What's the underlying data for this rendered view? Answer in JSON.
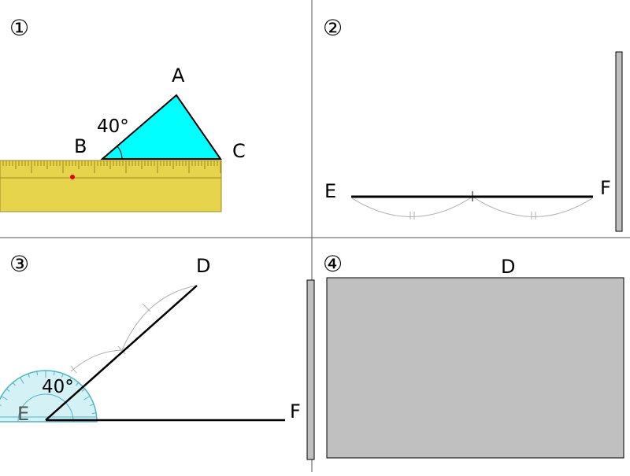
{
  "panels": [
    {
      "number": "①",
      "points": {
        "A": "A",
        "B": "B",
        "C": "C"
      },
      "angle": "40°"
    },
    {
      "number": "②",
      "points": {
        "E": "E",
        "F": "F"
      }
    },
    {
      "number": "③",
      "points": {
        "D": "D",
        "E": "E",
        "F": "F"
      },
      "angle": "40°"
    },
    {
      "number": "④",
      "points": {
        "D": "D"
      }
    }
  ],
  "colors": {
    "triangle_fill": "#00FFFF",
    "ruler_fill": "#E6D44C",
    "ruler_stroke": "#9C8A1E",
    "board_fill": "#C0C0C0",
    "protractor_fill": "#CDEFF4",
    "protractor_stroke": "#4FB5C6",
    "arc_stroke": "#AFAFAF",
    "marker": "#E00000"
  },
  "icons": {
    "ruler": "ruler-icon",
    "protractor": "protractor-icon",
    "set_square": "set-square-icon"
  }
}
